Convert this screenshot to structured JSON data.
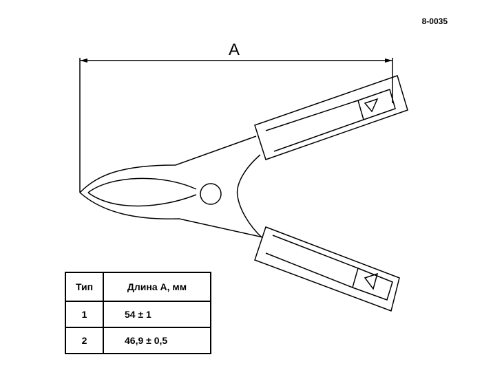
{
  "drawing": {
    "code": "8-0035",
    "dimension_label": "A"
  },
  "table": {
    "headers": [
      "Тип",
      "Длина А, мм"
    ],
    "rows": [
      {
        "type": "1",
        "length": "54 ± 1"
      },
      {
        "type": "2",
        "length": "46,9 ± 0,5"
      }
    ]
  }
}
